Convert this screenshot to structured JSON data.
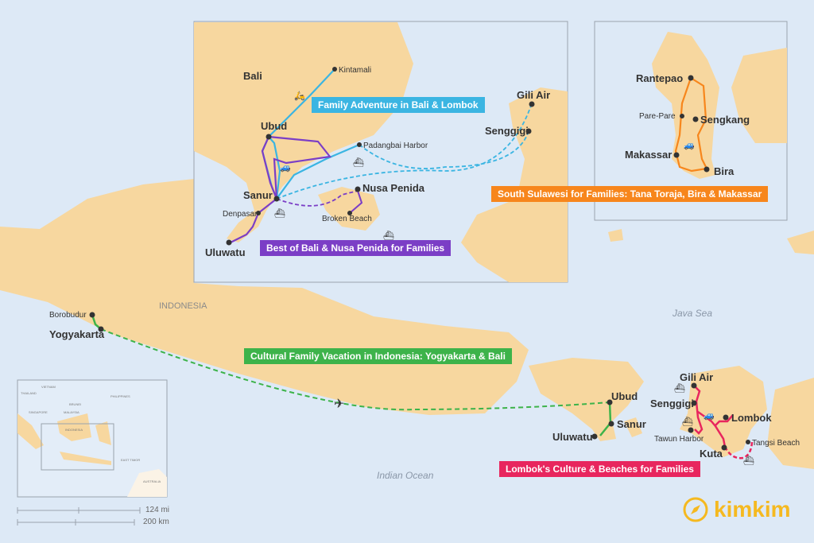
{
  "colors": {
    "sea": "#dde9f6",
    "land": "#f7d79f",
    "cyan": "#3bb5e2",
    "purple": "#7b3ec6",
    "orange": "#f7861c",
    "green": "#3db34a",
    "red": "#e8265e",
    "logo": "#f5b920"
  },
  "regions": {
    "indonesia": "INDONESIA",
    "java_sea": "Java Sea",
    "indian_ocean": "Indian Ocean"
  },
  "routes": [
    {
      "id": "family-adventure",
      "label": "Family Adventure in Bali & Lombok",
      "color": "#3bb5e2"
    },
    {
      "id": "bali-nusa-penida",
      "label": "Best of Bali & Nusa Penida for Families",
      "color": "#7b3ec6"
    },
    {
      "id": "south-sulawesi",
      "label": "South Sulawesi for Families: Tana Toraja, Bira & Makassar",
      "color": "#f7861c"
    },
    {
      "id": "cultural-vacation",
      "label": "Cultural Family Vacation in Indonesia: Yogyakarta & Bali",
      "color": "#3db34a"
    },
    {
      "id": "lombok-culture",
      "label": "Lombok's Culture & Beaches for Families",
      "color": "#e8265e"
    }
  ],
  "inset_bali": {
    "bali": "Bali",
    "kintamali": "Kintamali",
    "ubud": "Ubud",
    "sanur": "Sanur",
    "denpasar": "Denpasar",
    "uluwatu": "Uluwatu",
    "padangbai": "Padangbai Harbor",
    "nusa_penida": "Nusa Penida",
    "broken_beach": "Broken Beach",
    "gili_air": "Gili Air",
    "senggigi": "Senggigi"
  },
  "inset_sulawesi": {
    "rantepao": "Rantepao",
    "pare_pare": "Pare-Pare",
    "sengkang": "Sengkang",
    "makassar": "Makassar",
    "bira": "Bira"
  },
  "main": {
    "borobudur": "Borobudur",
    "yogyakarta": "Yogyakarta",
    "ubud": "Ubud",
    "sanur": "Sanur",
    "uluwatu": "Uluwatu",
    "gili_air": "Gili Air",
    "senggigi": "Senggigi",
    "lombok": "Lombok",
    "tawun": "Tawun Harbor",
    "kuta": "Kuta",
    "tangsi": "Tangsi Beach"
  },
  "overview": {
    "vietnam": "VIETNAM",
    "thailand": "THAILAND",
    "brunei": "BRUNEI",
    "malaysia": "MALAYSIA",
    "singapore": "SINGAPORE",
    "philippines": "PHILIPPINES",
    "indonesia": "INDONESIA",
    "east_timor": "EAST TIMOR",
    "australia": "AUSTRALIA"
  },
  "scale": {
    "miles": "124 mi",
    "km": "200 km"
  },
  "logo": "kimkim"
}
